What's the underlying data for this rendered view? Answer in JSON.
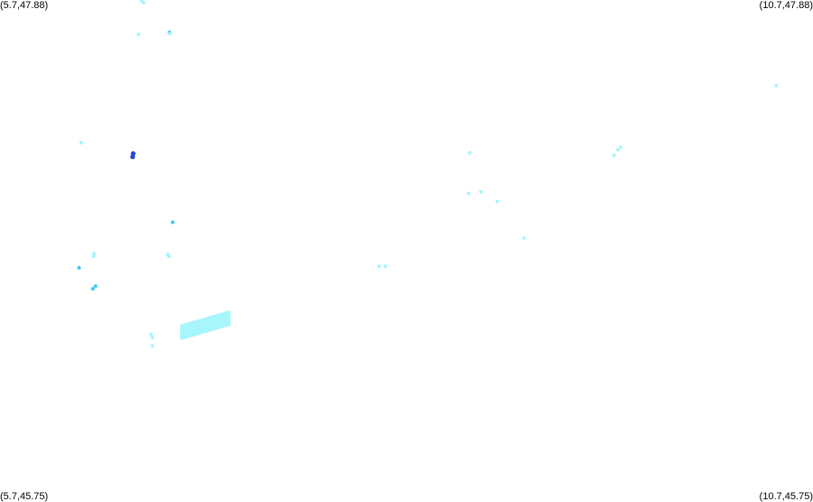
{
  "corners": {
    "top_left": "(5.7,47.88)",
    "top_right": "(10.7,47.88)",
    "bottom_left": "(5.7,45.75)",
    "bottom_right": "(10.7,45.75)"
  },
  "colors": {
    "light": "#a6f6fb",
    "medium": "#3ec7f2",
    "dark": "#2346d8"
  },
  "points": [
    {
      "lon": 6.57,
      "lat": 47.877,
      "level": "light"
    },
    {
      "lon": 6.582,
      "lat": 47.869,
      "level": "light"
    },
    {
      "lon": 6.552,
      "lat": 47.733,
      "level": "light"
    },
    {
      "lon": 6.743,
      "lat": 47.742,
      "level": "medium"
    },
    {
      "lon": 6.746,
      "lat": 47.736,
      "level": "light"
    },
    {
      "lon": 6.2,
      "lat": 47.271,
      "level": "light"
    },
    {
      "lon": 6.519,
      "lat": 47.225,
      "level": "dark"
    },
    {
      "lon": 6.516,
      "lat": 47.211,
      "level": "dark"
    },
    {
      "lon": 6.762,
      "lat": 46.932,
      "level": "medium"
    },
    {
      "lon": 6.279,
      "lat": 46.798,
      "level": "light"
    },
    {
      "lon": 6.276,
      "lat": 46.786,
      "level": "light"
    },
    {
      "lon": 6.186,
      "lat": 46.738,
      "level": "medium"
    },
    {
      "lon": 6.732,
      "lat": 46.795,
      "level": "light"
    },
    {
      "lon": 6.74,
      "lat": 46.786,
      "level": "light"
    },
    {
      "lon": 6.288,
      "lat": 46.659,
      "level": "medium"
    },
    {
      "lon": 6.271,
      "lat": 46.648,
      "level": "medium"
    },
    {
      "lon": 6.63,
      "lat": 46.454,
      "level": "light"
    },
    {
      "lon": 6.637,
      "lat": 46.44,
      "level": "light"
    },
    {
      "lon": 6.637,
      "lat": 46.405,
      "level": "light"
    },
    {
      "lon": 8.032,
      "lat": 46.744,
      "level": "light"
    },
    {
      "lon": 8.07,
      "lat": 46.744,
      "level": "light"
    },
    {
      "lon": 8.589,
      "lat": 47.228,
      "level": "light"
    },
    {
      "lon": 8.582,
      "lat": 47.055,
      "level": "light"
    },
    {
      "lon": 8.759,
      "lat": 47.021,
      "level": "light"
    },
    {
      "lon": 8.658,
      "lat": 47.062,
      "level": "light"
    },
    {
      "lon": 8.922,
      "lat": 46.864,
      "level": "light"
    },
    {
      "lon": 9.477,
      "lat": 47.218,
      "level": "light"
    },
    {
      "lon": 9.5,
      "lat": 47.241,
      "level": "light"
    },
    {
      "lon": 9.517,
      "lat": 47.252,
      "level": "light"
    },
    {
      "lon": 10.474,
      "lat": 47.515,
      "level": "light"
    }
  ],
  "clusters": [
    {
      "lon_min": 6.82,
      "lon_max": 7.12,
      "lat_min": 46.446,
      "lat_max": 46.545,
      "level": "light"
    }
  ]
}
